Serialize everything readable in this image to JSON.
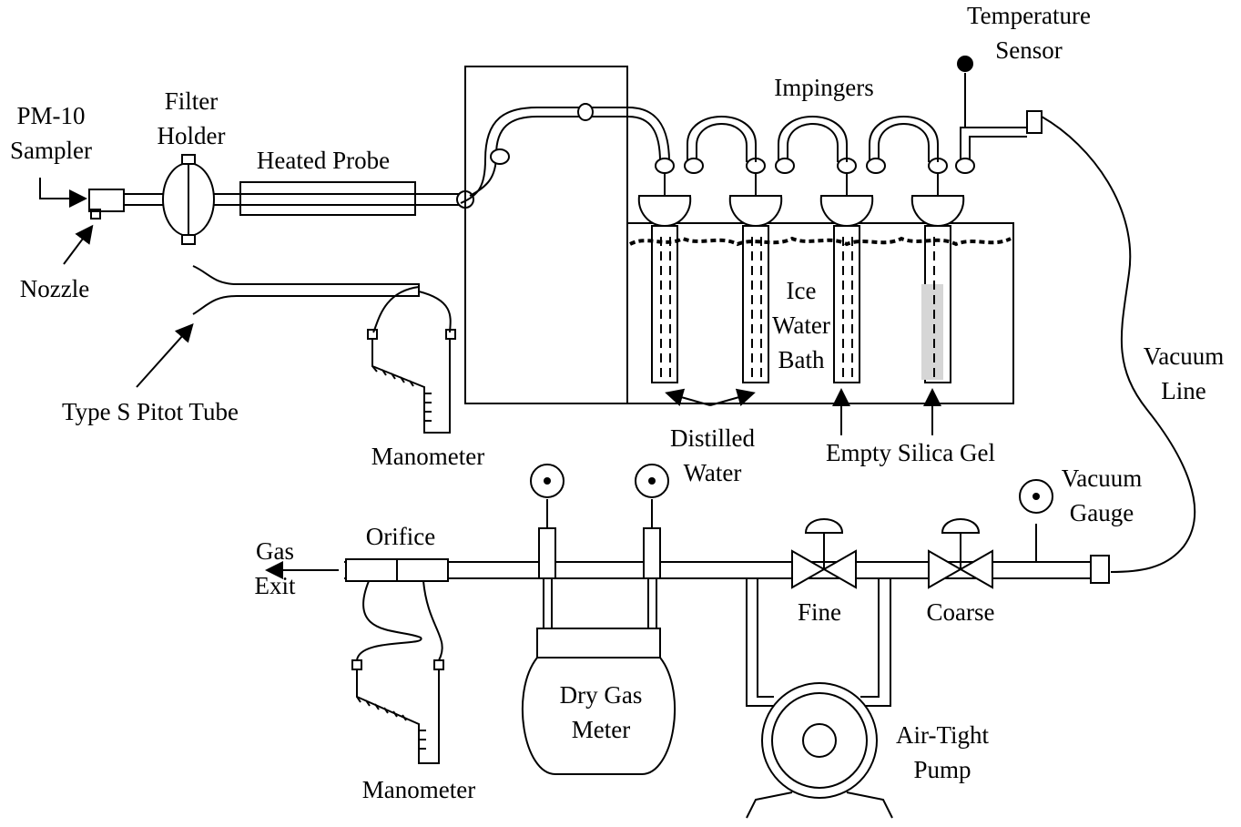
{
  "labels": {
    "pm10": [
      "PM-10",
      "Sampler"
    ],
    "filter_holder": [
      "Filter",
      "Holder"
    ],
    "heated_probe": "Heated Probe",
    "nozzle": "Nozzle",
    "pitot": "Type S Pitot Tube",
    "manometer_top": "Manometer",
    "impingers": "Impingers",
    "temperature": [
      "Temperature",
      "Sensor"
    ],
    "ice_bath": [
      "Ice",
      "Water",
      "Bath"
    ],
    "vacuum_line": [
      "Vacuum",
      "Line"
    ],
    "distilled": [
      "Distilled",
      "Water"
    ],
    "empty_silica": "Empty Silica Gel",
    "vacuum_gauge": [
      "Vacuum",
      "Gauge"
    ],
    "gas_exit": [
      "Gas",
      "Exit"
    ],
    "orifice": "Orifice",
    "fine": "Fine",
    "coarse": "Coarse",
    "dry_gas_meter": [
      "Dry Gas",
      "Meter"
    ],
    "air_tight_pump": [
      "Air-Tight",
      "Pump"
    ],
    "manometer_bottom": "Manometer"
  }
}
